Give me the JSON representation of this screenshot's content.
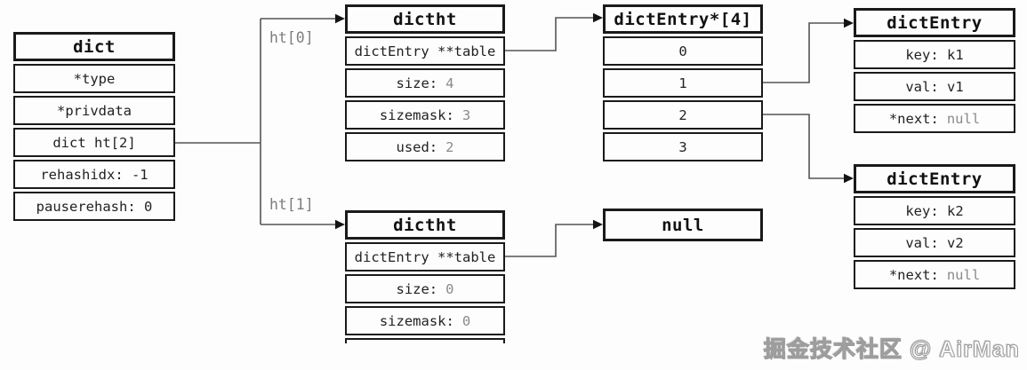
{
  "colors": {
    "background": "#fdfdfd",
    "border": "#1a1a1a",
    "text": "#222222",
    "muted_value": "#8a8a8a",
    "connector_line": "#555555",
    "arrowhead": "#141414",
    "pointer_label": "#7d7d7d"
  },
  "labels": {
    "ht0": "ht[0]",
    "ht1": "ht[1]"
  },
  "boxes": {
    "dict": {
      "title": "dict",
      "rows": [
        {
          "text": "*type",
          "value": ""
        },
        {
          "text": "*privdata",
          "value": ""
        },
        {
          "text": "dict ht[2]",
          "value": ""
        },
        {
          "text": "rehashidx: -1",
          "value": ""
        },
        {
          "text": "pauserehash: 0",
          "value": ""
        }
      ]
    },
    "dictht0": {
      "title": "dictht",
      "rows": [
        {
          "text": "dictEntry **table",
          "value": ""
        },
        {
          "text": "size:",
          "value": "4"
        },
        {
          "text": "sizemask:",
          "value": "3"
        },
        {
          "text": "used:",
          "value": "2"
        }
      ]
    },
    "dictht1": {
      "title": "dictht",
      "rows": [
        {
          "text": "dictEntry **table",
          "value": ""
        },
        {
          "text": "size:",
          "value": "0"
        },
        {
          "text": "sizemask:",
          "value": "0"
        }
      ]
    },
    "entry_array": {
      "title": "dictEntry*[4]",
      "rows": [
        {
          "text": "0"
        },
        {
          "text": "1"
        },
        {
          "text": "2"
        },
        {
          "text": "3"
        }
      ]
    },
    "dict_entry1": {
      "title": "dictEntry",
      "rows": [
        {
          "text": "key: k1",
          "value": ""
        },
        {
          "text": "val: v1",
          "value": ""
        },
        {
          "text": "*next:",
          "value": "null"
        }
      ]
    },
    "dict_entry2": {
      "title": "dictEntry",
      "rows": [
        {
          "text": "key: k2",
          "value": ""
        },
        {
          "text": "val: v2",
          "value": ""
        },
        {
          "text": "*next:",
          "value": "null"
        }
      ]
    },
    "null_box": {
      "title": "null"
    }
  },
  "watermark": "掘金技术社区 @ AirMan"
}
